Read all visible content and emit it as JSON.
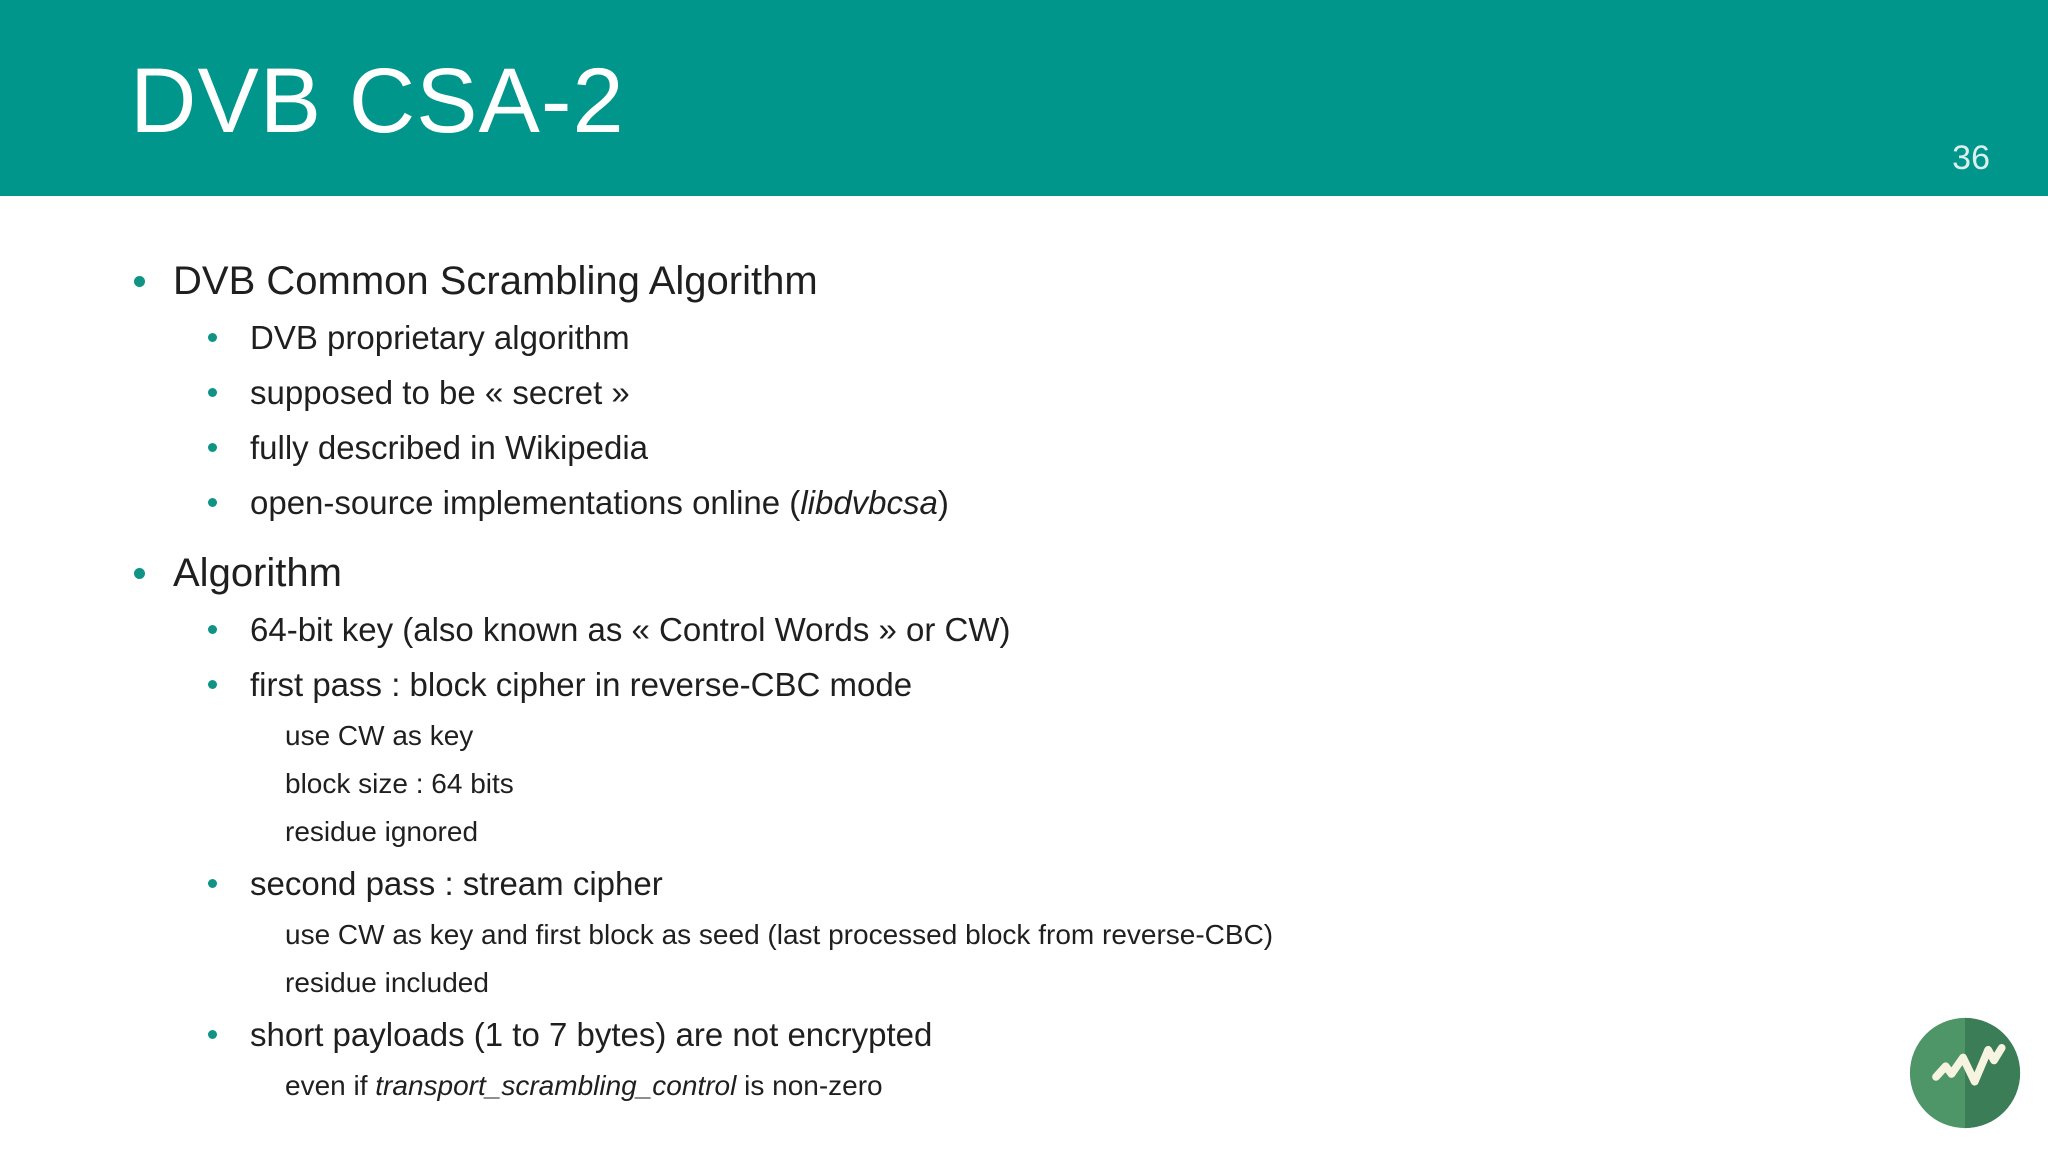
{
  "slide": {
    "title": "DVB CSA-2",
    "page_number": "36",
    "colors": {
      "header_bg": "#00968B",
      "title_text": "#FFFFFF",
      "page_number_text": "#DCEFED",
      "body_bg": "#FFFFFF",
      "body_text": "#1F1F1F",
      "bullet_dot": "#0E9384",
      "logo_left": "#4E9568",
      "logo_right": "#3A7D56",
      "logo_line": "#F7F3E1"
    }
  },
  "bullets": [
    {
      "level": 1,
      "text": "DVB Common Scrambling Algorithm"
    },
    {
      "level": 2,
      "text": "DVB proprietary algorithm"
    },
    {
      "level": 2,
      "text": "supposed to be « secret »"
    },
    {
      "level": 2,
      "text": "fully described in Wikipedia"
    },
    {
      "level": 2,
      "parts": [
        {
          "t": "open-source implementations online ("
        },
        {
          "t": "libdvbcsa",
          "i": true
        },
        {
          "t": ")"
        }
      ]
    },
    {
      "level": 1,
      "text": "Algorithm"
    },
    {
      "level": 2,
      "text": "64-bit key (also known as « Control Words » or CW)"
    },
    {
      "level": 2,
      "text": "first pass : block cipher in reverse-CBC mode"
    },
    {
      "level": 3,
      "text": "use CW as key"
    },
    {
      "level": 3,
      "text": "block size : 64 bits"
    },
    {
      "level": 3,
      "text": "residue ignored"
    },
    {
      "level": 2,
      "text": "second pass : stream cipher"
    },
    {
      "level": 3,
      "text": "use CW as key and first block as seed (last processed block from reverse-CBC)"
    },
    {
      "level": 3,
      "text": "residue included"
    },
    {
      "level": 2,
      "text": "short payloads (1 to 7 bytes) are not encrypted"
    },
    {
      "level": 3,
      "parts": [
        {
          "t": "even if "
        },
        {
          "t": "transport_scrambling_control",
          "i": true
        },
        {
          "t": " is non-zero"
        }
      ]
    }
  ],
  "logo": {
    "icon": "waveform-chart-icon"
  }
}
